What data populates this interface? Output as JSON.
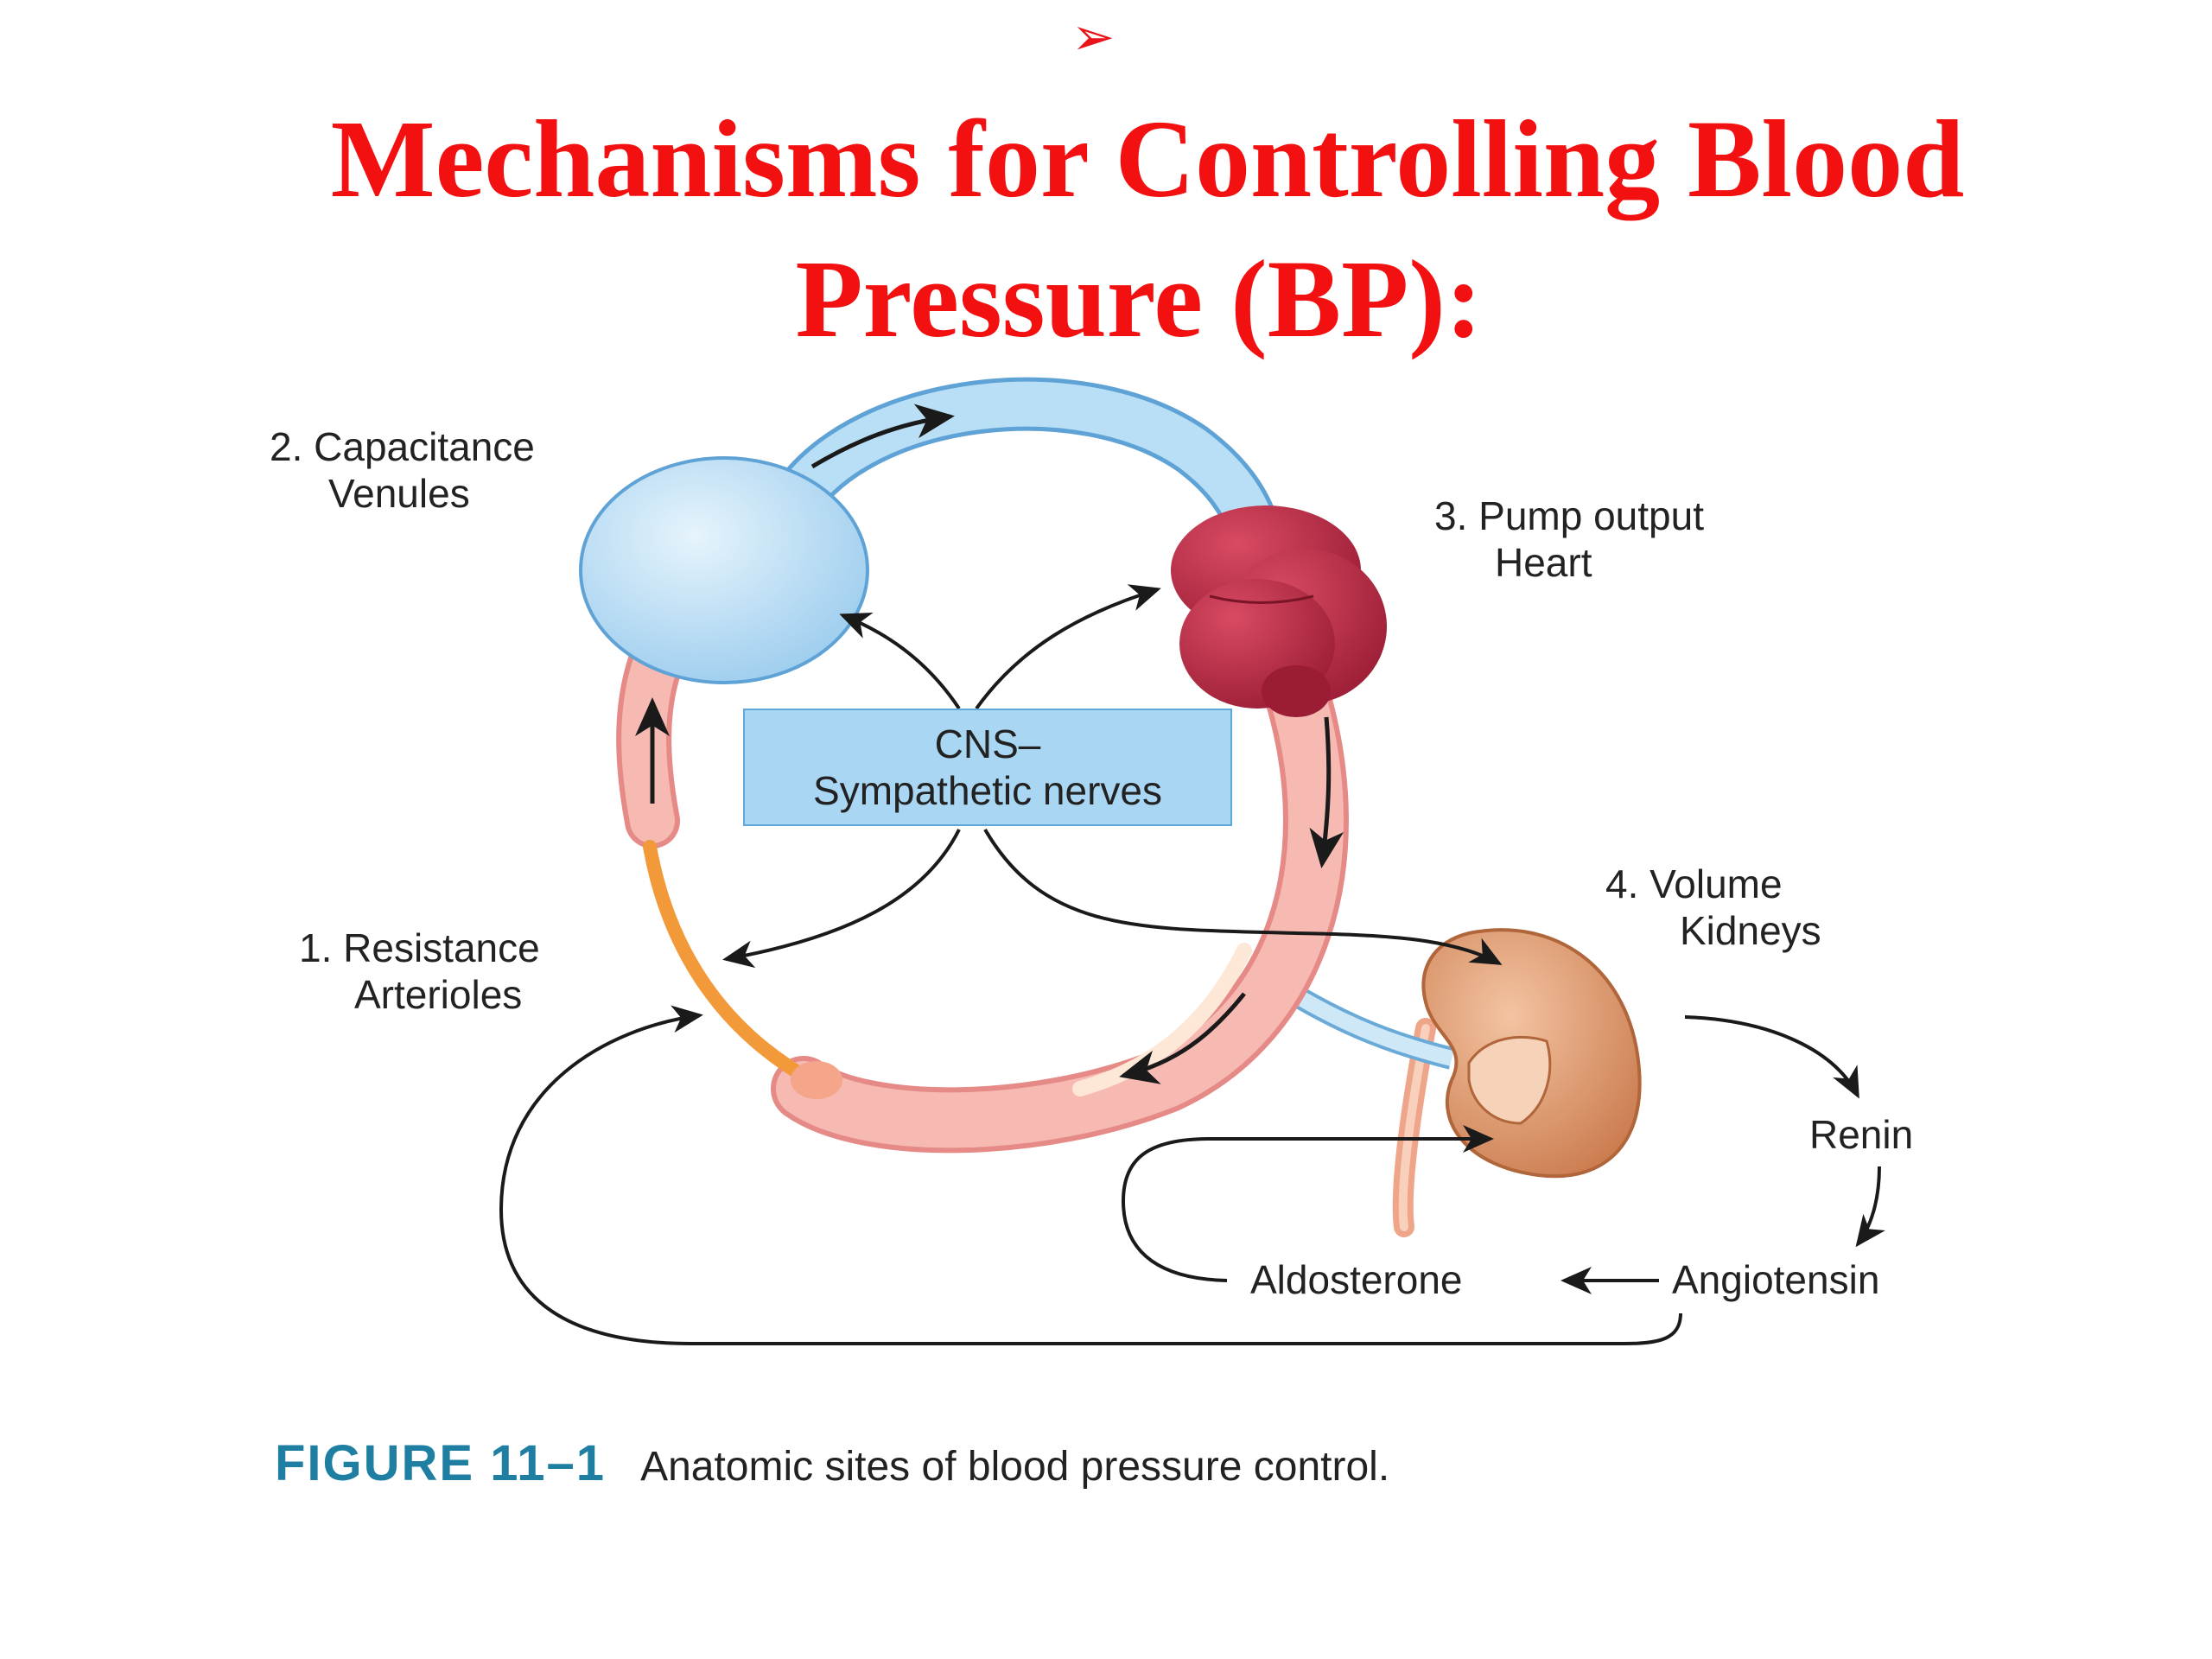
{
  "slide": {
    "bullet": "➢",
    "title_line1": "Mechanisms for Controlling Blood",
    "title_line2": "Pressure (BP):"
  },
  "diagram": {
    "labels": {
      "capacitance": [
        "2. Capacitance",
        "Venules"
      ],
      "pump": [
        "3. Pump output",
        "Heart"
      ],
      "resistance": [
        "1. Resistance",
        "Arterioles"
      ],
      "volume": [
        "4. Volume",
        "Kidneys"
      ]
    },
    "cns_box": [
      "CNS–",
      "Sympathetic nerves"
    ],
    "hormones": {
      "renin": "Renin",
      "angiotensin": "Angiotensin",
      "aldosterone": "Aldosterone"
    }
  },
  "caption": {
    "figure_number": "FIGURE 11–1",
    "text": "Anatomic sites of blood pressure control."
  },
  "colors": {
    "title": "#f21010",
    "vein_blue": "#a9d6f2",
    "artery_pink": "#f4b0a8",
    "arteriole_orange": "#f08a2a",
    "heart_red": "#b2253f",
    "kidney_brown": "#d9875a",
    "figure_teal": "#1f7fa3"
  }
}
